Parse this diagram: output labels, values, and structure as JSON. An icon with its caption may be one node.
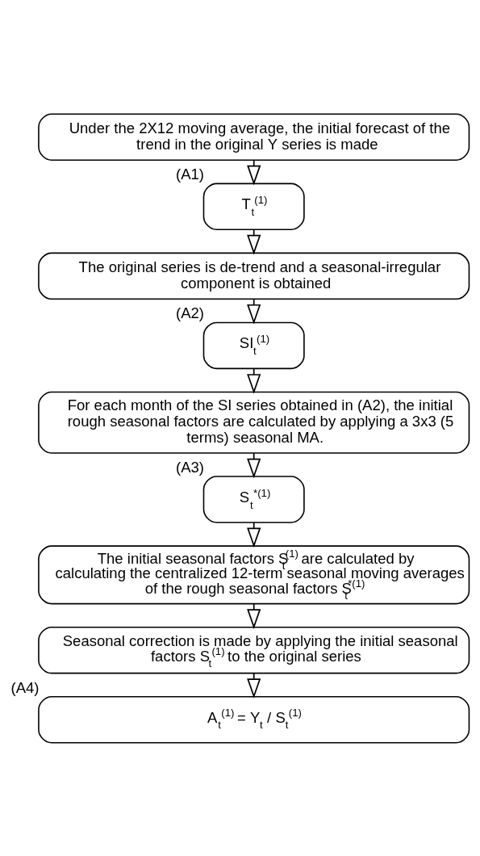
{
  "diagram": {
    "nodes": [
      {
        "text": [
          "Under the 2X12 moving average, the initial forecast of the trend in the original Y series is made"
        ]
      },
      {
        "text": [
          "T$_{t}$$^{(1)}$"
        ],
        "beside": [
          "(A1)"
        ]
      },
      {
        "text": [
          "The original series is de-trend and a seasonal-irregular component is obtained"
        ]
      },
      {
        "text": [
          "SI$_{t}$$^{(1)}$"
        ],
        "beside": [
          "(A2)"
        ]
      },
      {
        "text": [
          "For each month of the SI series obtained in (A2), the initial rough seasonal factors are calculated by applying a 3x3 (5 terms) seasonal MA."
        ]
      },
      {
        "text": [
          "S$_{t}$$^{*(1)}$"
        ],
        "beside": [
          "(A3)"
        ]
      },
      {
        "text": [
          "The initial seasonal factors S$_{t}$$^{(1)}$ are calculated by calculating the centralized 12-term seasonal moving averages of the rough seasonal factors S$_{t}$$^{*(1)}$"
        ]
      },
      {
        "text": [
          "Seasonal correction is made by applying the initial seasonal factors S$_{t}$$^{(1)}$ to the original series"
        ]
      },
      {
        "text": [
          "A$_{t}$$^{(1)}$ = Y$_{t}$ / S$_{t}$$^{(1)}$"
        ],
        "beside": [
          "(A4)"
        ]
      }
    ],
    "edges": [
      {
        "from": 0,
        "to": 1,
        "arrow": "to"
      },
      {
        "from": 1,
        "to": 2,
        "arrow": "to"
      },
      {
        "from": 2,
        "to": 3,
        "arrow": "to"
      },
      {
        "from": 3,
        "to": 4,
        "arrow": "to"
      },
      {
        "from": 4,
        "to": 5,
        "arrow": "to"
      },
      {
        "from": 5,
        "to": 6,
        "arrow": "to"
      },
      {
        "from": 6,
        "to": 7,
        "arrow": "to"
      },
      {
        "from": 7,
        "to": 8,
        "arrow": "to"
      }
    ]
  }
}
